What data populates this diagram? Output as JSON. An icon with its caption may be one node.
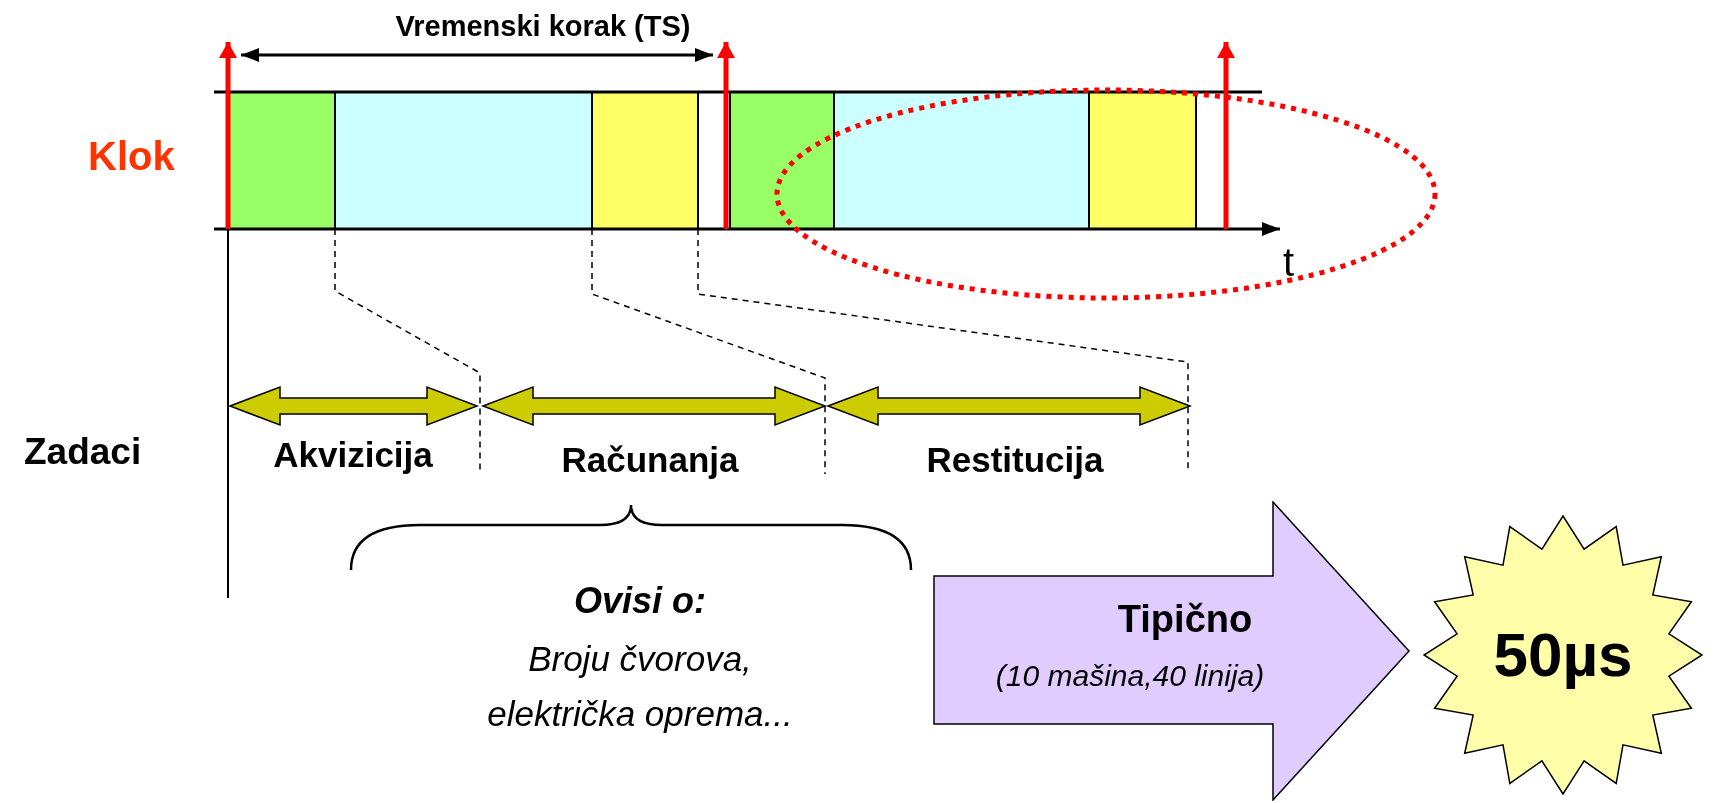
{
  "diagram": {
    "nodes": [
      {
        "text": [
          "Tipično",
          "(10 mašina,40 linija)"
        ]
      },
      {
        "text": [
          "50µs"
        ]
      }
    ],
    "labels": [
      "Vremenski korak (TS)",
      "Klok",
      "t",
      "Zadaci",
      "Akvizicija",
      "Računanja",
      "Restitucija",
      "Ovisi o:",
      "Broju čvorova, električka oprema..."
    ]
  }
}
